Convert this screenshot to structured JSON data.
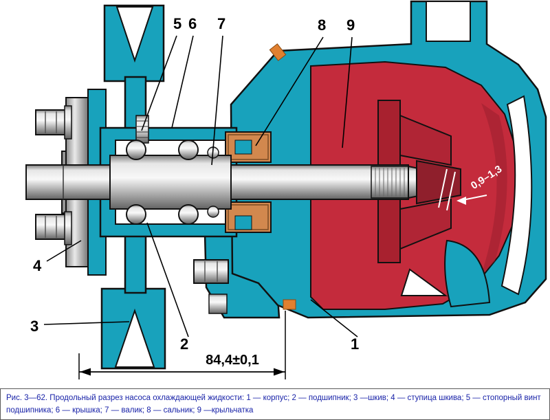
{
  "figure": {
    "caption": "Рис. 3—62. Продольный разрез насоса охлаждающей жидкости: 1 — корпус; 2 — подшипник; 3 —шкив; 4 — ступица шкива; 5 — стопорный винт подшипника; 6 — крышка; 7 — валик; 8 — сальник; 9 —крыльчатка"
  },
  "callouts": {
    "n1": "1",
    "n2": "2",
    "n3": "3",
    "n4": "4",
    "n5": "5",
    "n6": "6",
    "n7": "7",
    "n8": "8",
    "n9": "9"
  },
  "dimensions": {
    "overall": "84,4±0,1",
    "clearance": "0,9–1,3"
  },
  "colors": {
    "housing_teal": "#18A2BC",
    "body_red": "#C42B3C",
    "impeller_dark_red": "#8F1F2C",
    "seal_orange": "#D2884E",
    "caption_text": "#1822a8"
  }
}
